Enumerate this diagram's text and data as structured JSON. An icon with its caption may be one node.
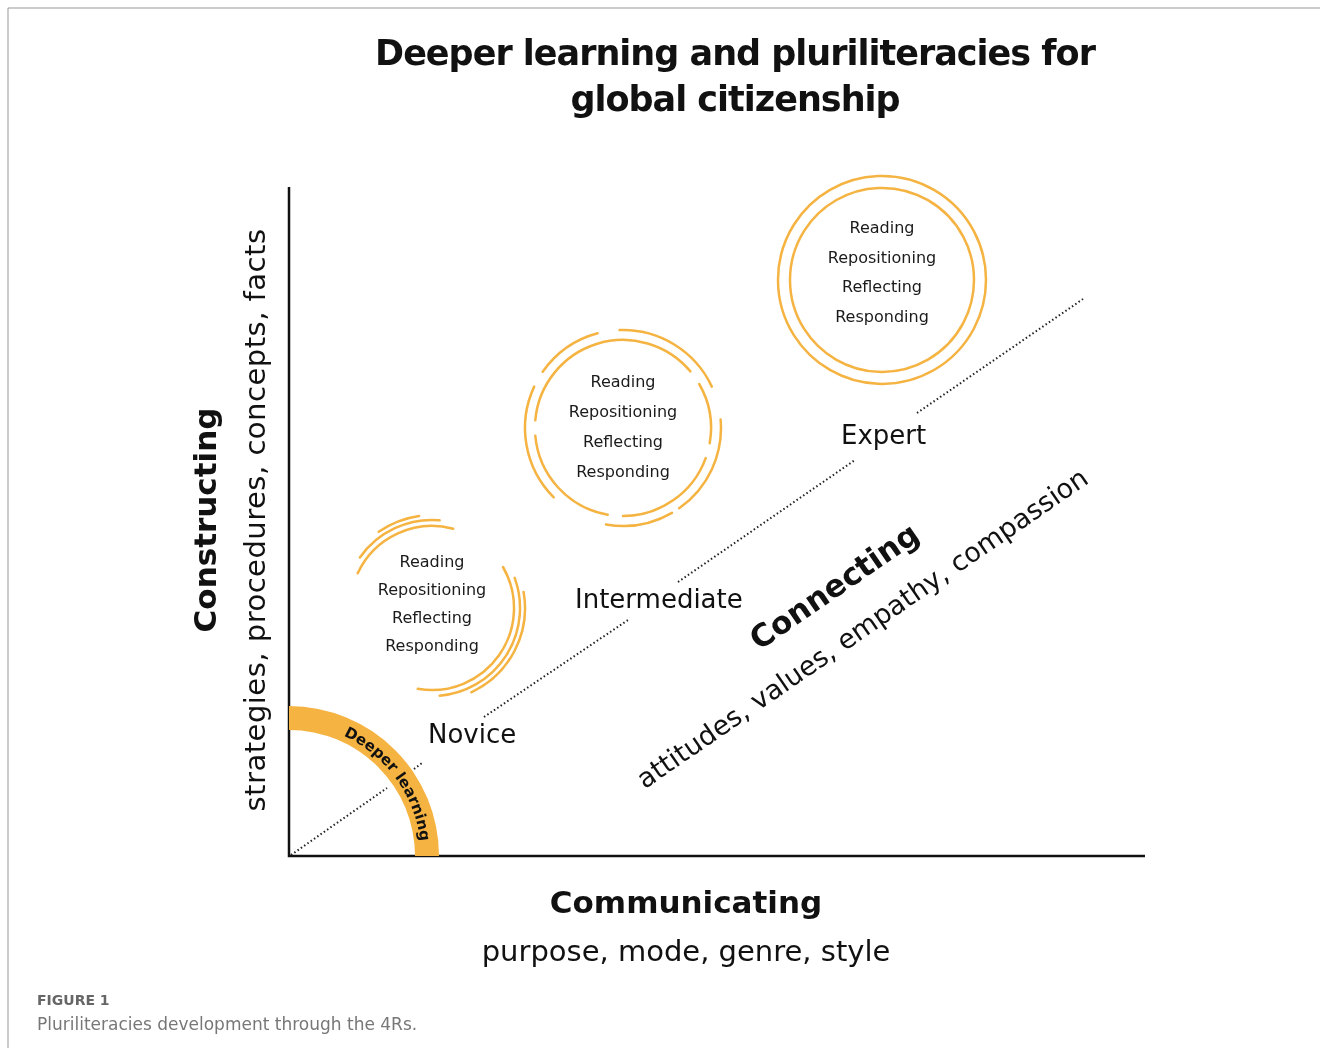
{
  "diagram": {
    "title": "Deeper learning and pluriliteracies for global citizenship",
    "caption": "Pluriliteracies development through the 4Rs.",
    "nodes": [
      {
        "text": [
          "Deeper learning"
        ]
      },
      {
        "text": [
          "Reading",
          "Repositioning",
          "Reflecting",
          "Responding"
        ]
      },
      {
        "text": [
          "Reading",
          "Repositioning",
          "Reflecting",
          "Responding"
        ]
      },
      {
        "text": [
          "Reading",
          "Repositioning",
          "Reflecting",
          "Responding"
        ]
      }
    ],
    "edges": [],
    "labels": [
      "Constructing",
      "strategies, procedures, concepts, facts",
      "Expert",
      "Intermediate",
      "Connecting",
      "attitudes, values, empathy, compassion",
      "Novice",
      "Communicating",
      "purpose, mode, genre, style",
      "FIGURE 1"
    ]
  }
}
